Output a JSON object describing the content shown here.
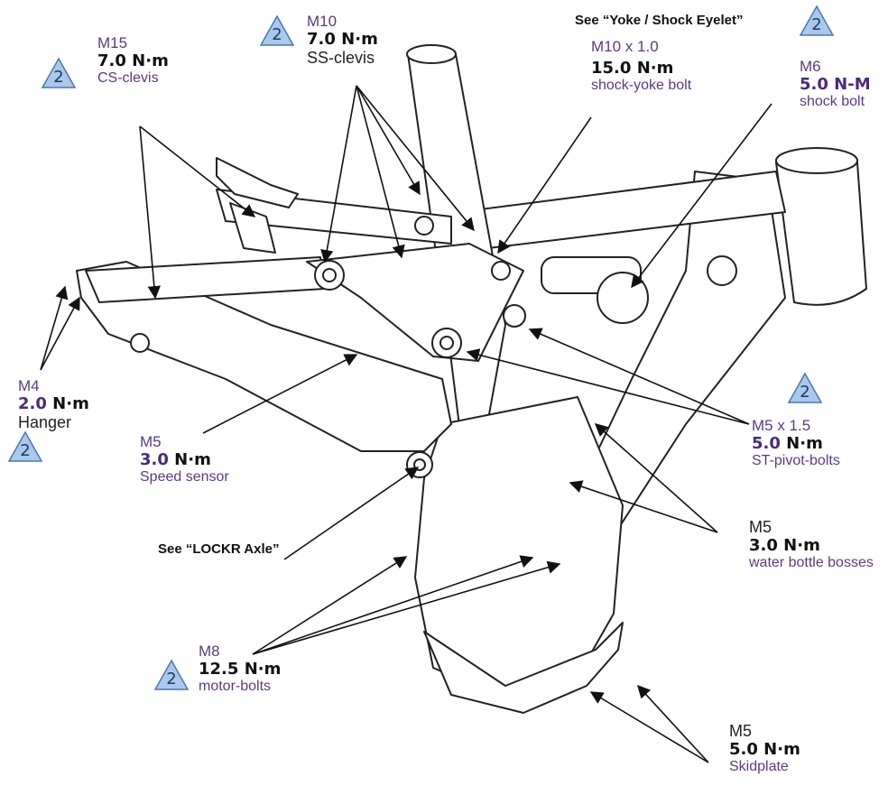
{
  "callouts": {
    "cs_clevis": {
      "size": "M15",
      "torque_value": "7.0",
      "torque_unit": "N·m",
      "part": "CS-clevis",
      "badge": "2"
    },
    "ss_clevis": {
      "size": "M10",
      "torque_value": "7.0",
      "torque_unit": "N·m",
      "part": "SS-clevis",
      "badge": "2"
    },
    "shock_yoke": {
      "see": "See “Yoke / Shock Eyelet”",
      "size": "M10 x 1.0",
      "torque_value": "15.0",
      "torque_unit": "N·m",
      "part": "shock-yoke bolt",
      "badge": "2"
    },
    "shock_bolt": {
      "size": "M6",
      "torque_value": "5.0",
      "torque_unit": "N-M",
      "part": "shock bolt"
    },
    "hanger": {
      "size": "M4",
      "torque_value": "2.0",
      "torque_unit": "N·m",
      "part": "Hanger",
      "badge": "2"
    },
    "speed_sensor": {
      "size": "M5",
      "torque_value": "3.0",
      "torque_unit": "N·m",
      "part": "Speed sensor"
    },
    "st_pivot": {
      "size": "M5 x 1.5",
      "torque_value": "5.0",
      "torque_unit": "N·m",
      "part": "ST-pivot-bolts",
      "badge": "2"
    },
    "lockr": {
      "see": "See “LOCKR Axle”"
    },
    "water_bottle": {
      "size": "M5",
      "torque_value": "3.0",
      "torque_unit": "N·m",
      "part": "water bottle bosses"
    },
    "motor_bolts": {
      "size": "M8",
      "torque_value": "12.5",
      "torque_unit": "N·m",
      "part": "motor-bolts",
      "badge": "2"
    },
    "skidplate": {
      "size": "M5",
      "torque_value": "5.0",
      "torque_unit": "N·m",
      "part": "Skidplate"
    }
  },
  "colors": {
    "badge_fill": "#a9c8ea",
    "badge_stroke": "#4a78b0",
    "size_text": "#5b3a82",
    "torque_num": "#4b2a7a"
  }
}
